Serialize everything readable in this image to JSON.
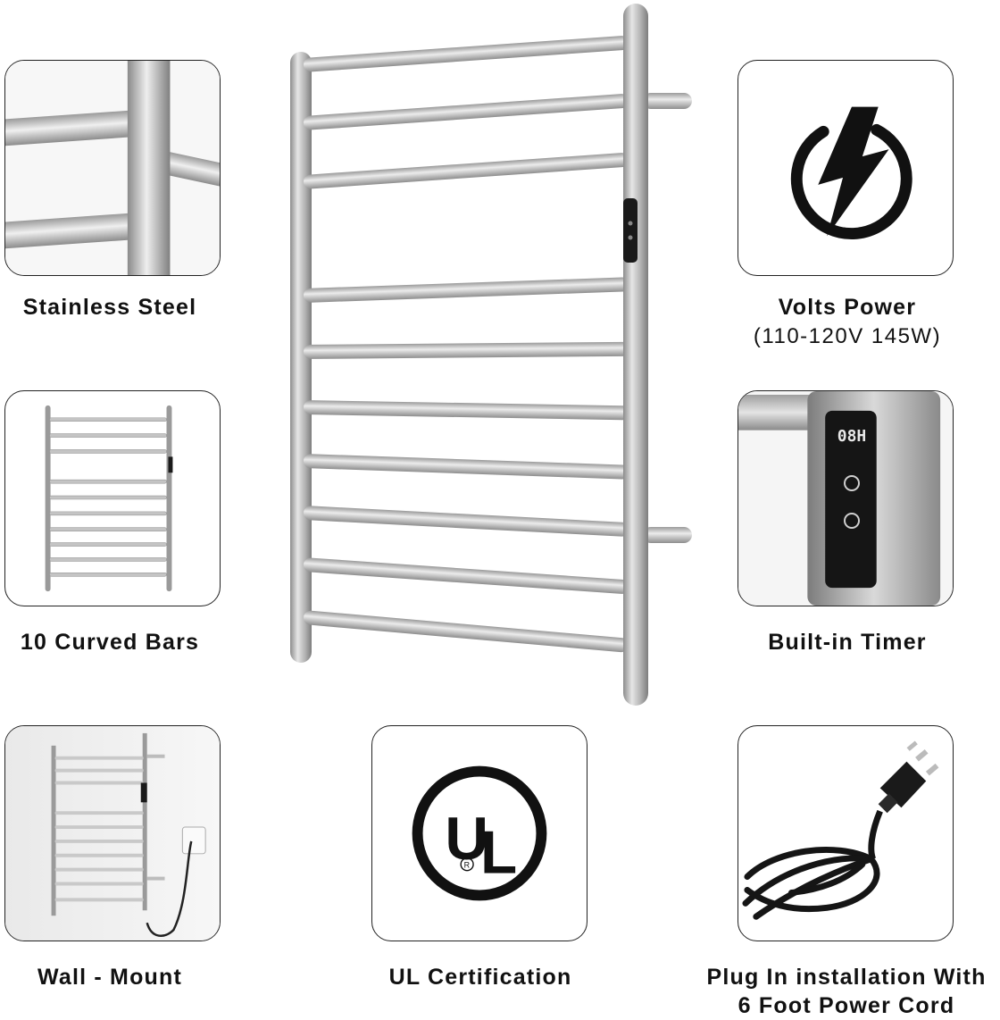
{
  "features": {
    "stainless_steel": {
      "label": "Stainless Steel"
    },
    "volts_power": {
      "label": "Volts Power",
      "sublabel": "(110-120V 145W)"
    },
    "curved_bars": {
      "label": "10 Curved Bars"
    },
    "builtin_timer": {
      "label": "Built-in Timer",
      "display_text": "08H"
    },
    "wall_mount": {
      "label": "Wall - Mount"
    },
    "ul_cert": {
      "label": "UL Certification",
      "logo_text": "UL"
    },
    "plug_in": {
      "label_line1": "Plug In installation With",
      "label_line2": "6 Foot Power Cord"
    }
  },
  "colors": {
    "steel_light": "#e4e4e4",
    "steel_mid": "#b9b9b9",
    "steel_dark": "#8a8a8a",
    "ink": "#111111"
  }
}
